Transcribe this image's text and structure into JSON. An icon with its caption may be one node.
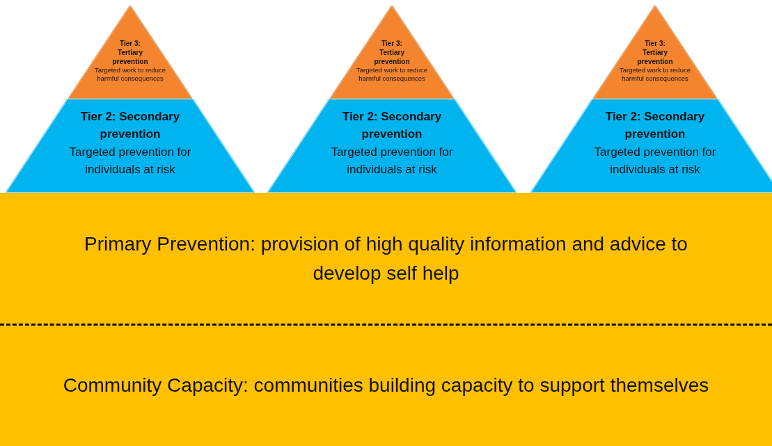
{
  "diagram": {
    "nodes": [
      {
        "text": [
          "Tier 3: Tertiary prevention",
          "Targeted work to reduce harmful consequences"
        ]
      },
      {
        "text": [
          "Tier 3: Tertiary prevention",
          "Targeted work to reduce harmful consequences"
        ]
      },
      {
        "text": [
          "Tier 3: Tertiary prevention",
          "Targeted work to reduce harmful consequences"
        ]
      },
      {
        "text": [
          "Tier 2: Secondary prevention",
          "Targeted prevention for individuals at risk"
        ]
      },
      {
        "text": [
          "Tier 2: Secondary prevention",
          "Targeted prevention for individuals at risk"
        ]
      },
      {
        "text": [
          "Tier 2: Secondary prevention",
          "Targeted prevention for individuals at risk"
        ]
      },
      {
        "text": [
          "Primary Prevention: provision of high quality information and advice to develop self help"
        ]
      },
      {
        "text": [
          "Community Capacity: communities building capacity to support themselves"
        ]
      }
    ]
  }
}
